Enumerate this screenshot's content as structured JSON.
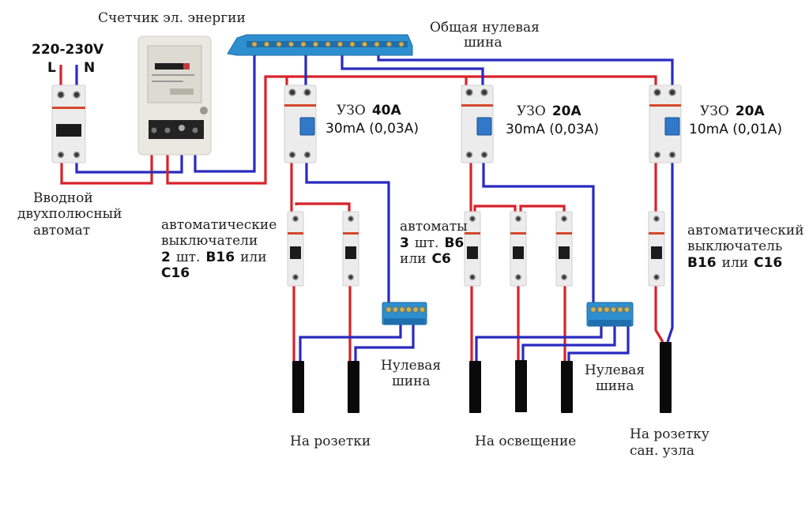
{
  "title": "Схема подключения электрощитка",
  "colors": {
    "phase_wire": "#d8222a",
    "neutral_wire": "#2a2abf",
    "busbar": "#2d8fd0",
    "cable": "#0a0a0a",
    "background": "#ffffff"
  },
  "supply": {
    "voltage": "220-230V",
    "phase_label": "L",
    "neutral_label": "N"
  },
  "meter": {
    "label": "Счетчик эл. энергии"
  },
  "main_neutral_bus": {
    "label_line1": "Общая нулевая",
    "label_line2": "шина"
  },
  "main_breaker": {
    "label_line1": "Вводной",
    "label_line2": "двухполюсный",
    "label_line3": "автомат"
  },
  "rcds": [
    {
      "prefix": "УЗО",
      "rating": "40A",
      "leakage": "30mA (0,03A)"
    },
    {
      "prefix": "УЗО",
      "rating": "20A",
      "leakage": "30mA (0,03A)"
    },
    {
      "prefix": "УЗО",
      "rating": "20A",
      "leakage": "10mA (0,01A)"
    }
  ],
  "breaker_groups": [
    {
      "label_line1": "автоматические",
      "label_line2": "выключатели",
      "label_line3_bold": "2",
      "label_line3_text": "шт.",
      "label_line3_rating": "B16",
      "label_line3_or": "или",
      "label_line4": "C16",
      "count": 2
    },
    {
      "label_line1": "автоматы",
      "label_line2_bold": "3",
      "label_line2_text": "шт.",
      "label_line2_rating": "B6",
      "label_line3_or": "или",
      "label_line3_rating": "C6",
      "count": 3
    },
    {
      "label_line1": "автоматический",
      "label_line2": "выключатель",
      "label_line3_rating1": "B16",
      "label_line3_or": "или",
      "label_line3_rating2": "C16",
      "count": 1
    }
  ],
  "neutral_bars": [
    {
      "label_line1": "Нулевая",
      "label_line2": "шина"
    },
    {
      "label_line1": "Нулевая",
      "label_line2": "шина"
    }
  ],
  "outputs": [
    {
      "label_line1": "На розетки",
      "label_line2": ""
    },
    {
      "label_line1": "На освещение",
      "label_line2": ""
    },
    {
      "label_line1": "На розетку",
      "label_line2": "сан. узла"
    }
  ]
}
